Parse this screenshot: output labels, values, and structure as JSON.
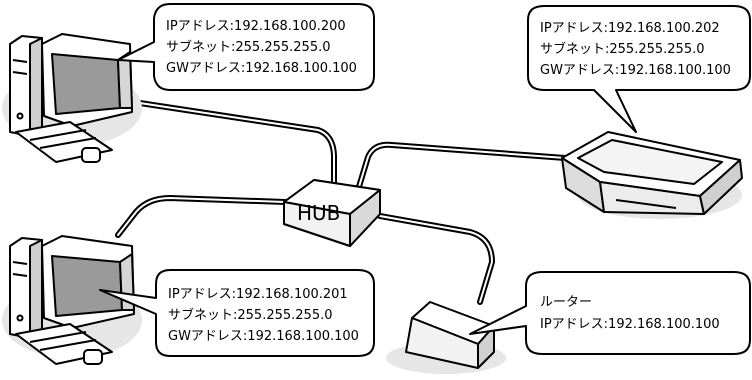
{
  "hub": {
    "label": "HUB"
  },
  "pc_top": {
    "ip": "IPアドレス:192.168.100.200",
    "subnet": "サブネット:255.255.255.0",
    "gateway": "GWアドレス:192.168.100.100"
  },
  "pc_bottom": {
    "ip": "IPアドレス:192.168.100.201",
    "subnet": "サブネット:255.255.255.0",
    "gateway": "GWアドレス:192.168.100.100"
  },
  "scanner": {
    "ip": "IPアドレス:192.168.100.202",
    "subnet": "サブネット:255.255.255.0",
    "gateway": "GWアドレス:192.168.100.100"
  },
  "router": {
    "label": "ルーター",
    "ip": "IPアドレス:192.168.100.100"
  }
}
